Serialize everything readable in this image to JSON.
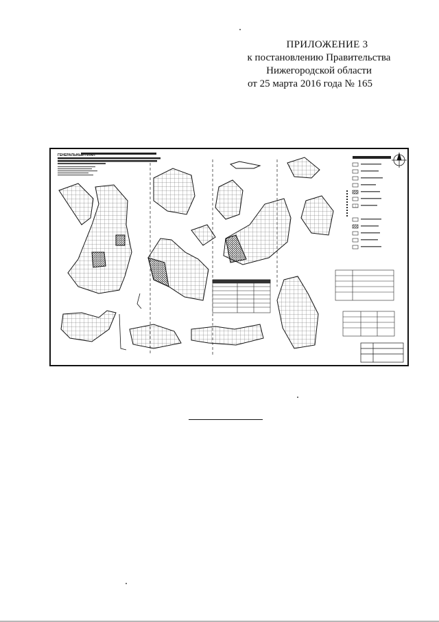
{
  "document": {
    "appendix": {
      "title": "ПРИЛОЖЕНИЕ 3",
      "line2": "к постановлению Правительства",
      "line3": "Нижегородской области",
      "line4": "от 25 марта 2016 года № 165"
    }
  },
  "map": {
    "stamp_title": "ГЕНЕРАЛЬНЫЙ ПЛАН",
    "compass_icon": "north-arrow-icon",
    "colors": {
      "ink": "#111111",
      "hatch": "#333333",
      "paper": "#ffffff"
    }
  }
}
